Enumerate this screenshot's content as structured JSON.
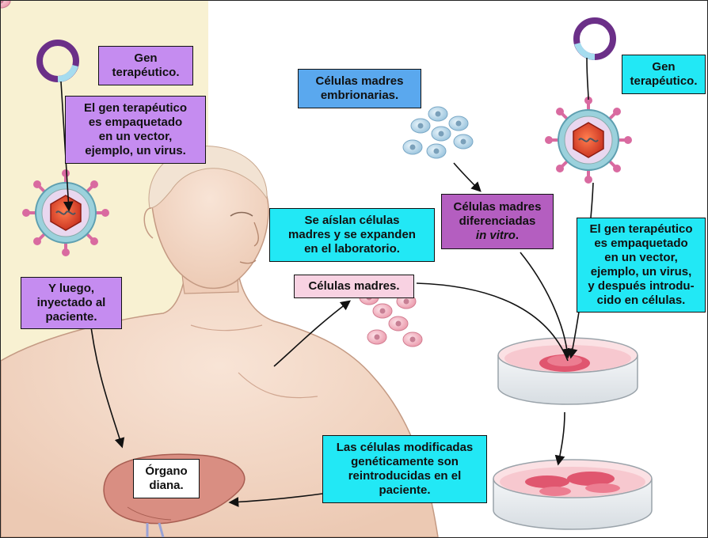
{
  "labels": {
    "gene_left": [
      "Gen",
      "terapéutico."
    ],
    "packaged_left": [
      "El gen terapéutico",
      "es empaquetado",
      "en un vector,",
      "ejemplo, un virus."
    ],
    "injected": [
      "Y luego,",
      "inyectado al",
      "paciente."
    ],
    "target_organ": [
      "Órgano",
      "diana."
    ],
    "embryonic": [
      "Células madres",
      "embrionarias."
    ],
    "isolated": [
      "Se aíslan células",
      "madres y se expanden",
      "en el laboratorio."
    ],
    "stem_cells": "Células madres.",
    "differentiated": [
      "Células madres",
      "diferenciadas"
    ],
    "in_vitro": "in vitro",
    "in_vitro_suffix": ".",
    "gene_right": [
      "Gen",
      "terapéutico."
    ],
    "packaged_right": [
      "El gen terapéutico",
      "es empaquetado",
      "en un vector,",
      "ejemplo, un virus,",
      "y después introdu-",
      "cido en células."
    ],
    "reintroduced": [
      "Las células modificadas",
      "genéticamente son",
      "reintroducidas en el",
      "paciente."
    ]
  },
  "colors": {
    "left_panel": "#f8f1d2",
    "label_purple": "#c58cf0",
    "label_cyan": "#22e8f5",
    "label_blue": "#5aa8ee",
    "label_pink": "#f8d2e2",
    "label_magenta": "#b45ec0",
    "skin": "#f3d9c8",
    "liver": "#d98e82",
    "cells": "#e58c9c",
    "virus_capsid": "#9bd1dc",
    "virus_spikes": "#d96aa0",
    "plasmid": "#7a3f9c"
  },
  "icons": [
    "plasmid-icon",
    "virus-icon",
    "stem-cell-cluster-icon",
    "petri-dish-icon",
    "liver-icon",
    "arrow-icon"
  ]
}
